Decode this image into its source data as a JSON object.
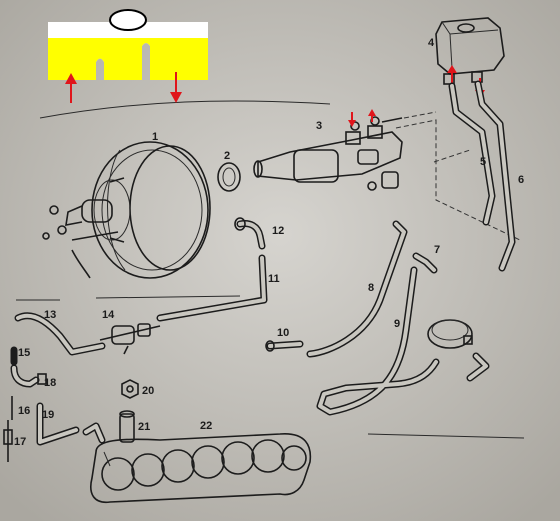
{
  "diagram": {
    "part_labels": [
      "1",
      "2",
      "3",
      "4",
      "5",
      "6",
      "7",
      "8",
      "9",
      "10",
      "11",
      "12",
      "13",
      "14",
      "15",
      "16",
      "17",
      "18",
      "19",
      "20",
      "21",
      "22"
    ]
  },
  "overlay": {
    "panel_color": "#ffff00",
    "arrow_color": "#e0151b"
  }
}
